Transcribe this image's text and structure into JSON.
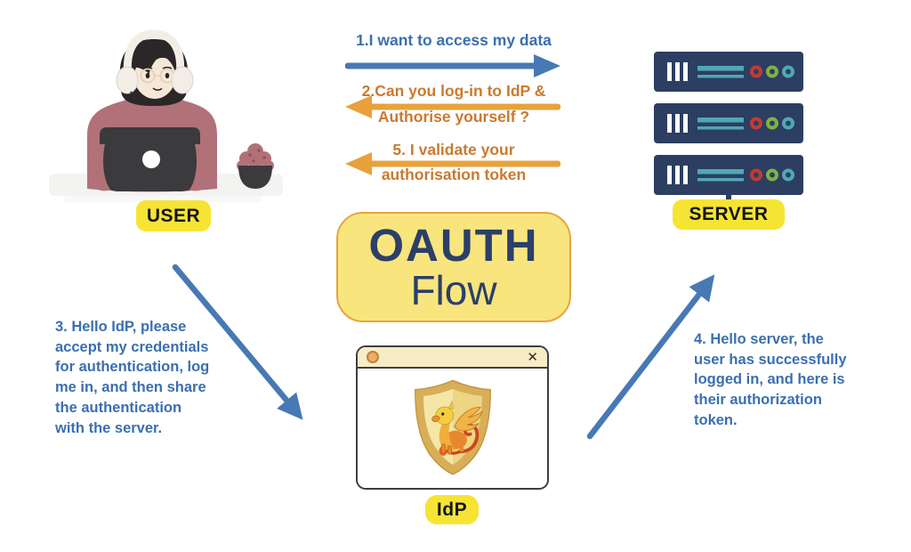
{
  "title": {
    "line1": "OAUTH",
    "line2": "Flow"
  },
  "actors": {
    "user": {
      "label": "USER"
    },
    "server": {
      "label": "SERVER"
    },
    "idp": {
      "label": "IdP"
    }
  },
  "messages": {
    "msg1": {
      "text": "1.I want to access my data",
      "direction": "right"
    },
    "msg2": {
      "line1": "2.Can you log-in to IdP &",
      "line2": "Authorise yourself ?",
      "direction": "left"
    },
    "msg5": {
      "line1": "5. I validate your",
      "line2": "authorisation token",
      "direction": "left"
    },
    "msg3": {
      "lines": [
        "3. Hello IdP, please",
        "accept my credentials",
        "for authentication, log",
        "me in, and then share",
        "the authentication",
        "with the server."
      ]
    },
    "msg4": {
      "lines": [
        "4. Hello server, the",
        "user has successfully",
        "logged in, and here is",
        "their authorization",
        "token."
      ]
    }
  },
  "window": {
    "close_glyph": "✕"
  },
  "colors": {
    "arrow_blue": "#4779B4",
    "text_blue": "#3A6FB0",
    "arrow_orange": "#E8A13C",
    "text_orange": "#C97A2F",
    "label_yellow": "#F6E434",
    "title_navy": "#2B3F69",
    "oauth_box_fill": "#F8E57E",
    "oauth_box_border": "#E8A43E",
    "server_navy": "#2C3E61",
    "sweater_mauve": "#B17179"
  }
}
